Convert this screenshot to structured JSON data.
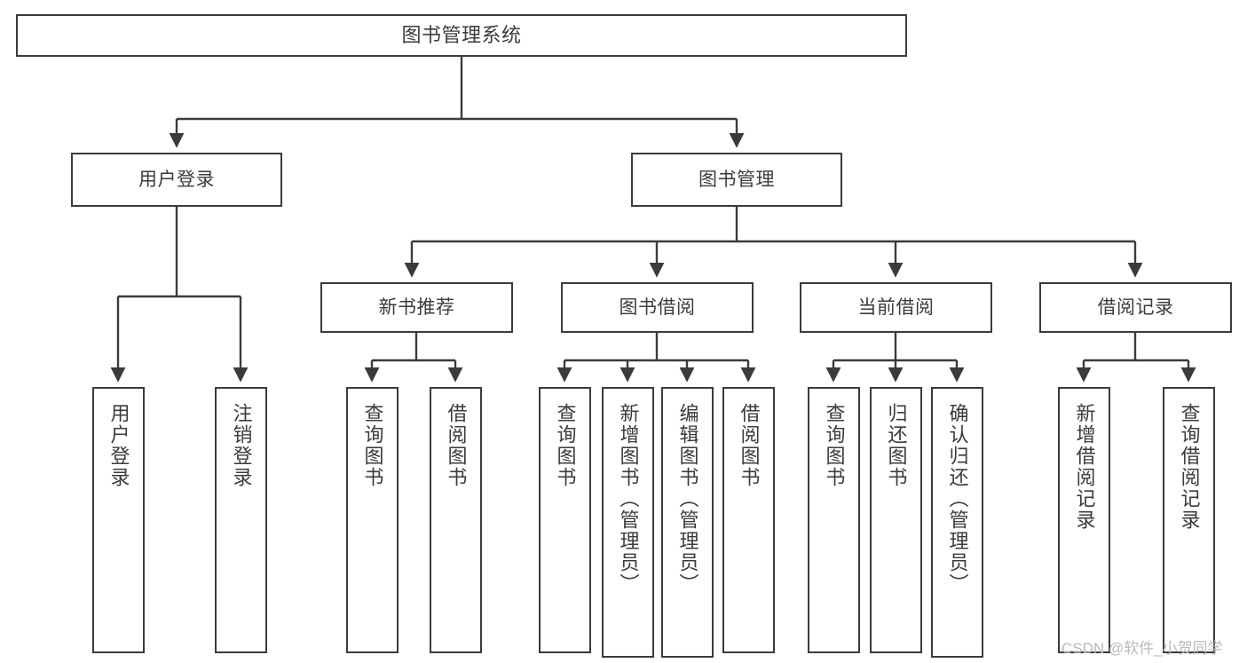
{
  "diagram": {
    "title": "图书管理系统",
    "type": "tree-hierarchy-chart",
    "line_color": "#3b3b3b",
    "text_color": "#3b3b3b",
    "background_color": "#ffffff"
  },
  "nodes": {
    "root": {
      "label": "图书管理系统"
    },
    "level2": [
      {
        "label": "用户登录"
      },
      {
        "label": "图书管理"
      }
    ],
    "level3": [
      {
        "label": "新书推荐"
      },
      {
        "label": "图书借阅"
      },
      {
        "label": "当前借阅"
      },
      {
        "label": "借阅记录"
      }
    ],
    "leaves_user_login": [
      {
        "label": "用户登录"
      },
      {
        "label": "注销登录"
      }
    ],
    "leaves_new_book": [
      {
        "label": "查询图书"
      },
      {
        "label": "借阅图书"
      }
    ],
    "leaves_borrow": [
      {
        "label": "查询图书"
      },
      {
        "label": "新增图书（管理员）"
      },
      {
        "label": "编辑图书（管理员）"
      },
      {
        "label": "借阅图书"
      }
    ],
    "leaves_current": [
      {
        "label": "查询图书"
      },
      {
        "label": "归还图书"
      },
      {
        "label": "确认归还（管理员）"
      }
    ],
    "leaves_records": [
      {
        "label": "新增借阅记录"
      },
      {
        "label": "查询借阅记录"
      }
    ]
  },
  "watermark": {
    "text": "CSDN @软件_小贺同学"
  }
}
